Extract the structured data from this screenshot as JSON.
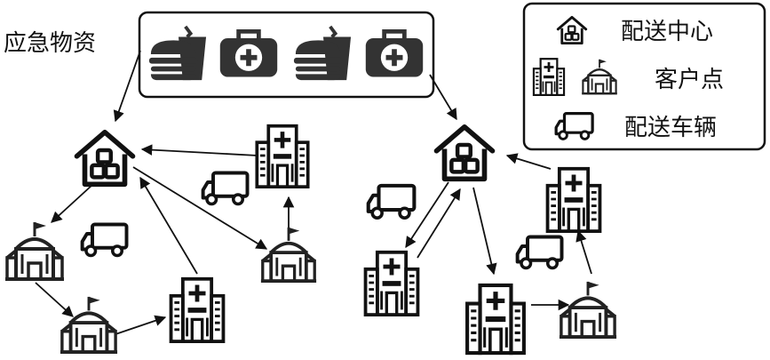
{
  "title": "应急物资",
  "legend": {
    "distribution_center": "配送中心",
    "customer_point": "客户点",
    "vehicle": "配送车辆"
  },
  "colors": {
    "ink": "#111111",
    "dark_gray": "#3a3a3a",
    "mid_gray": "#555555"
  },
  "icons": [
    "burger-drink-icon",
    "first-aid-kit-icon",
    "warehouse-icon",
    "hospital-icon",
    "school-icon",
    "truck-icon"
  ]
}
